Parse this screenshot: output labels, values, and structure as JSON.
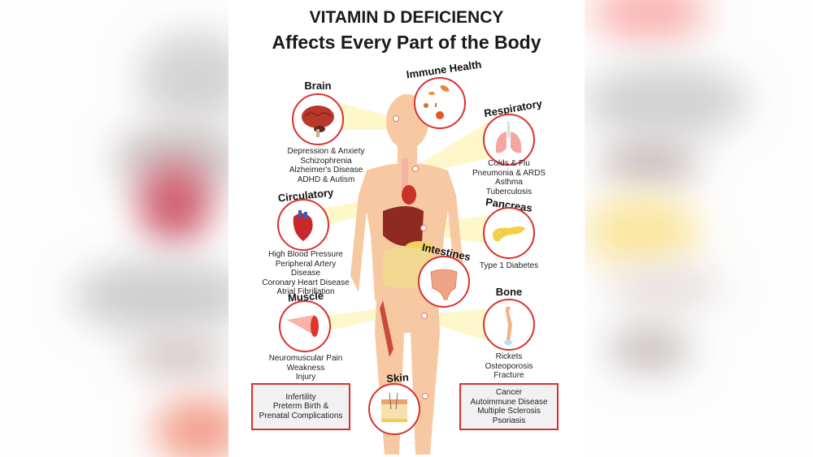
{
  "title": {
    "line1": "VITAMIN D DEFICIENCY",
    "line2": "Affects Every Part of the Body"
  },
  "colors": {
    "circle_border": "#d8322e",
    "body_skin": "#f7c9a2",
    "beam": "#fdf5b8",
    "box_bg": "#f1f1f1"
  },
  "sections": {
    "brain": {
      "label": "Brain",
      "icon": "brain-icon",
      "items": [
        "Depression & Anxiety",
        "Schizophrenia",
        "Alzheimer's Disease",
        "ADHD & Autism"
      ]
    },
    "immune": {
      "label": "Immune Health",
      "icon": "germs-icon",
      "items": []
    },
    "respiratory": {
      "label": "Respiratory",
      "icon": "lungs-icon",
      "items": [
        "Colds & Flu",
        "Pneumonia & ARDS",
        "Asthma",
        "Tuberculosis"
      ]
    },
    "circulatory": {
      "label": "Circulatory",
      "icon": "heart-icon",
      "items": [
        "High Blood Pressure",
        "Peripheral Artery Disease",
        "Coronary Heart Disease",
        "Atrial Fibrillation"
      ]
    },
    "pancreas": {
      "label": "Pancreas",
      "icon": "pancreas-icon",
      "items": [
        "Type 1 Diabetes"
      ]
    },
    "intestines": {
      "label": "Intestines",
      "icon": "intestines-icon",
      "items": []
    },
    "muscle": {
      "label": "Muscle",
      "icon": "muscle-icon",
      "items": [
        "Neuromuscular Pain",
        "Weakness",
        "Injury"
      ]
    },
    "bone": {
      "label": "Bone",
      "icon": "bone-icon",
      "items": [
        "Rickets",
        "Osteoporosis",
        "Fracture"
      ]
    },
    "skin": {
      "label": "Skin",
      "icon": "skin-layers-icon",
      "items": []
    }
  },
  "boxes": {
    "left": [
      "Infertility",
      "Preterm Birth &",
      "Prenatal Complications"
    ],
    "right": [
      "Cancer",
      "Autoimmune Disease",
      "Multiple Sclerosis",
      "Psoriasis"
    ]
  }
}
